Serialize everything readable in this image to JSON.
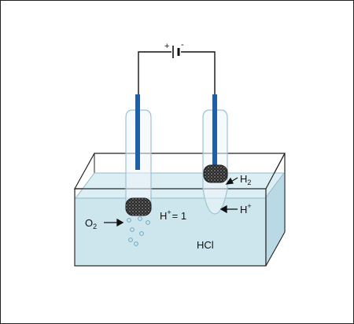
{
  "battery": {
    "plus": "+",
    "minus": "-"
  },
  "labels": {
    "o2_main": "O",
    "o2_sub": "2",
    "h2_main": "H",
    "h2_sub": "2",
    "hplus_main": "H",
    "hplus_sup": "+",
    "conc_main": "H",
    "conc_sup": "+",
    "conc_rest": "= 1",
    "solution": "HCl"
  },
  "colors": {
    "solution": "#cde6ee",
    "solution_edge": "#8fb9c8",
    "electrode": "#1f5fa6",
    "wire": "#111111",
    "tube": "#9fc3d3",
    "pad": "#3a3a3a"
  }
}
